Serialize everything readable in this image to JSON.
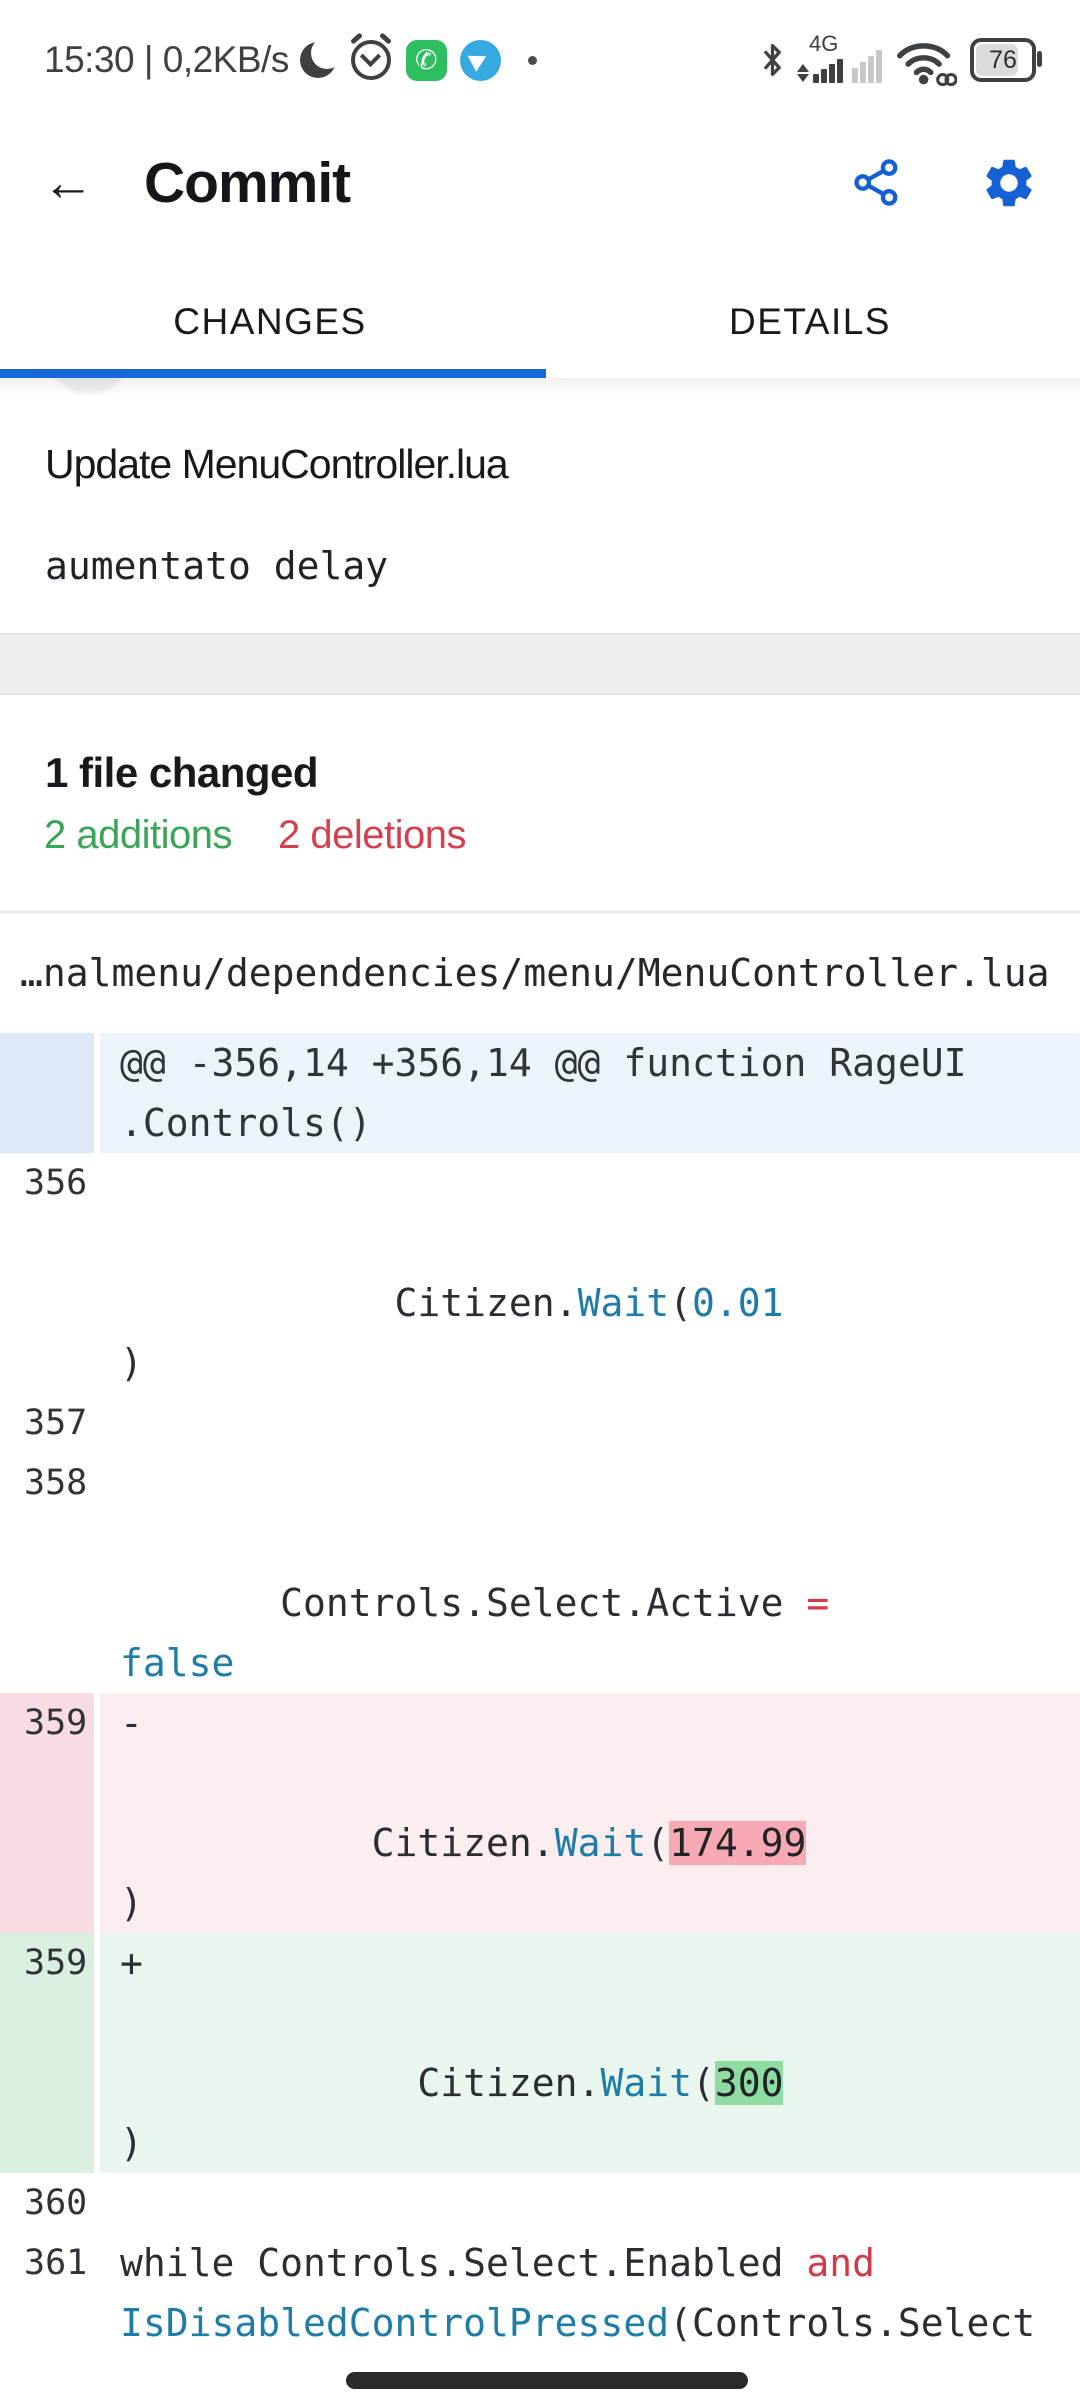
{
  "status_bar": {
    "time": "15:30",
    "separator": " | ",
    "net_speed": "0,2KB/s",
    "network_type": "4G",
    "battery_level": "76",
    "icons": [
      "moon-dnd",
      "alarm-clock",
      "whatsapp",
      "telegram",
      "notification-dot",
      "bluetooth",
      "cellular-signal",
      "wifi-hotspot",
      "battery"
    ]
  },
  "app_bar": {
    "back_glyph": "←",
    "title": "Commit",
    "actions": [
      "share",
      "settings"
    ]
  },
  "tabs": {
    "items": [
      {
        "label": "CHANGES",
        "active": true
      },
      {
        "label": "DETAILS",
        "active": false
      }
    ]
  },
  "commit": {
    "title": "Update MenuController.lua",
    "description": "aumentato delay"
  },
  "summary": {
    "files_changed": "1 file changed",
    "additions": "2 additions",
    "deletions": "2 deletions"
  },
  "diff": {
    "file_path": "…nalmenu/dependencies/menu/MenuController.lua",
    "rows": [
      {
        "type": "hunk",
        "num": "",
        "lines": [
          [
            [
              "h",
              "@@ -356,14 +356,14 @@ function RageUI"
            ]
          ],
          [
            [
              "h",
              ".Controls()"
            ]
          ]
        ]
      },
      {
        "type": "ctx",
        "num": "356",
        "lines": [
          [],
          [],
          [
            [
              "p",
              "            Citizen."
            ],
            [
              "f",
              "Wait"
            ],
            [
              "p",
              "("
            ],
            [
              "f",
              "0.01"
            ]
          ],
          [
            [
              "p",
              ")"
            ]
          ]
        ]
      },
      {
        "type": "ctx",
        "num": "357",
        "lines": [
          []
        ]
      },
      {
        "type": "ctx",
        "num": "358",
        "lines": [
          [],
          [],
          [
            [
              "p",
              "       Controls.Select.Active "
            ],
            [
              "k",
              "="
            ]
          ],
          [
            [
              "f",
              "false"
            ]
          ]
        ]
      },
      {
        "type": "del",
        "num": "359",
        "lines": [
          [
            [
              "p",
              "-"
            ]
          ],
          [],
          [
            [
              "p",
              "           Citizen."
            ],
            [
              "f",
              "Wait"
            ],
            [
              "p",
              "("
            ],
            [
              "w",
              "174.99"
            ]
          ],
          [
            [
              "p",
              ")"
            ]
          ]
        ]
      },
      {
        "type": "add",
        "num": "359",
        "lines": [
          [
            [
              "p",
              "+"
            ]
          ],
          [],
          [
            [
              "p",
              "             Citizen."
            ],
            [
              "f",
              "Wait"
            ],
            [
              "p",
              "("
            ],
            [
              "a",
              "300"
            ]
          ],
          [
            [
              "p",
              ")"
            ]
          ]
        ]
      },
      {
        "type": "ctx",
        "num": "360",
        "lines": [
          []
        ]
      },
      {
        "type": "ctx",
        "num": "361",
        "lines": [
          [
            [
              "p",
              "while Controls.Select.Enabled "
            ],
            [
              "k",
              "and"
            ]
          ],
          [
            [
              "f",
              "IsDisabledControlPressed"
            ],
            [
              "p",
              "(Controls.Select"
            ]
          ]
        ]
      }
    ]
  },
  "colors": {
    "accent_blue": "#1667D6",
    "icon_blue": "#1561D4",
    "addition_green": "#3AA557",
    "deletion_red": "#D4414E",
    "syntax_teal": "#1E7CA6",
    "syntax_red": "#D03B4A",
    "hunk_bg": "#EDF3FB",
    "del_row_bg": "#FCEDEF",
    "add_row_bg": "#E9F6ED",
    "del_word_bg": "#F7A9B4",
    "add_word_bg": "#8FDCA2"
  }
}
